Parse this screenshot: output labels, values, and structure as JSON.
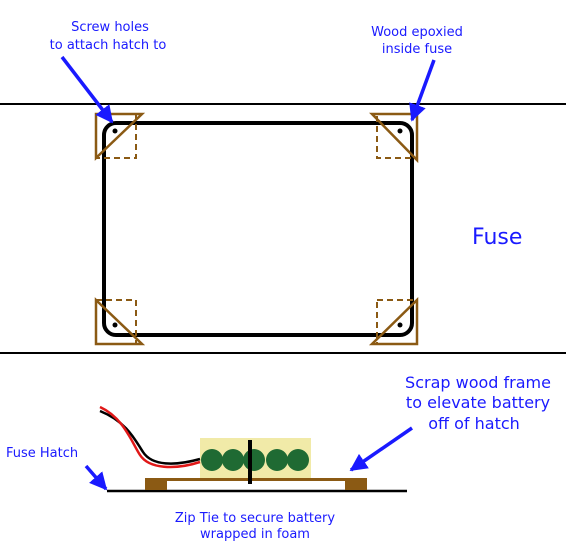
{
  "labels": {
    "screw_holes_line1": "Screw holes",
    "screw_holes_line2": "to attach hatch to",
    "wood_epoxied_line1": "Wood epoxied",
    "wood_epoxied_line2": "inside fuse",
    "fuse": "Fuse",
    "scrap_wood_line1": "Scrap wood frame",
    "scrap_wood_line2": "to elevate battery",
    "scrap_wood_line3": "off of hatch",
    "fuse_hatch": "Fuse Hatch",
    "zip_tie_line1": "Zip Tie to secure battery",
    "zip_tie_line2": "wrapped in foam"
  },
  "colors": {
    "label_text": "#1a1aff",
    "arrow": "#1a1aff",
    "outline": "#000000",
    "wood": "#8b5a14",
    "foam": "#f1eaa8",
    "battery_cell": "#1f6a33",
    "wire_red": "#e01818",
    "wire_black": "#000000"
  }
}
